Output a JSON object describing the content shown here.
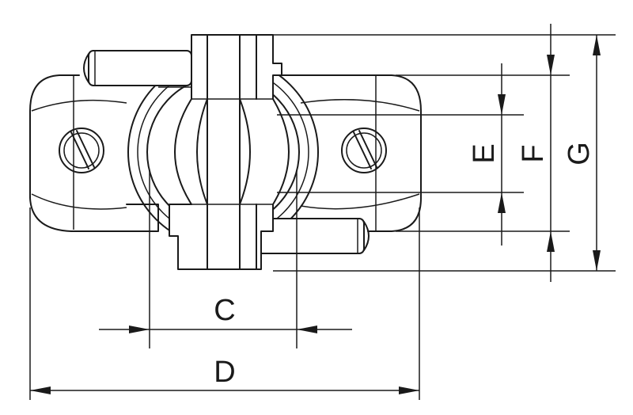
{
  "diagram": {
    "labels": {
      "c": "C",
      "d": "D",
      "e": "E",
      "f": "F",
      "g": "G"
    }
  }
}
